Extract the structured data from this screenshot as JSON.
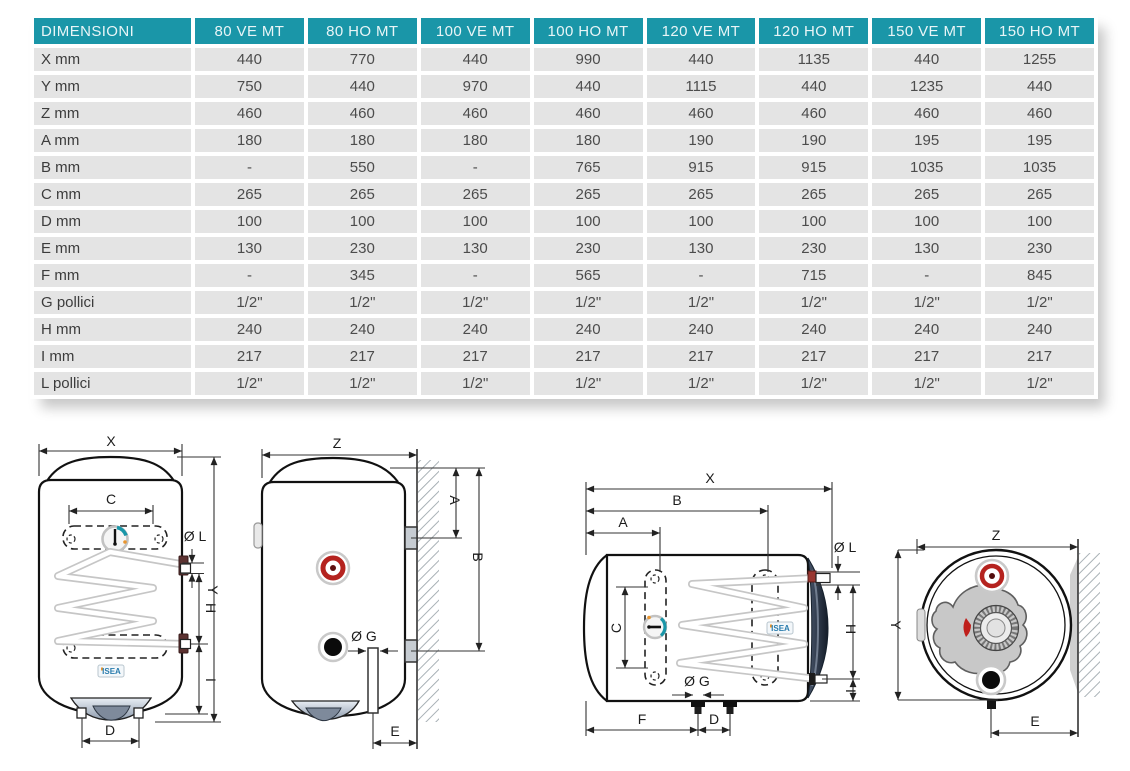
{
  "table": {
    "header": [
      "DIMENSIONI",
      "80 VE MT",
      "80 HO MT",
      "100 VE MT",
      "100 HO MT",
      "120 VE MT",
      "120 HO MT",
      "150 VE MT",
      "150 HO MT"
    ],
    "rows": [
      {
        "label": "X mm",
        "values": [
          "440",
          "770",
          "440",
          "990",
          "440",
          "1135",
          "440",
          "1255"
        ]
      },
      {
        "label": "Y mm",
        "values": [
          "750",
          "440",
          "970",
          "440",
          "1115",
          "440",
          "1235",
          "440"
        ]
      },
      {
        "label": "Z mm",
        "values": [
          "460",
          "460",
          "460",
          "460",
          "460",
          "460",
          "460",
          "460"
        ]
      },
      {
        "label": "A mm",
        "values": [
          "180",
          "180",
          "180",
          "180",
          "190",
          "190",
          "195",
          "195"
        ]
      },
      {
        "label": "B mm",
        "values": [
          "-",
          "550",
          "-",
          "765",
          "915",
          "915",
          "1035",
          "1035"
        ]
      },
      {
        "label": "C mm",
        "values": [
          "265",
          "265",
          "265",
          "265",
          "265",
          "265",
          "265",
          "265"
        ]
      },
      {
        "label": "D mm",
        "values": [
          "100",
          "100",
          "100",
          "100",
          "100",
          "100",
          "100",
          "100"
        ]
      },
      {
        "label": "E mm",
        "values": [
          "130",
          "230",
          "130",
          "230",
          "130",
          "230",
          "130",
          "230"
        ]
      },
      {
        "label": "F mm",
        "values": [
          "-",
          "345",
          "-",
          "565",
          "-",
          "715",
          "-",
          "845"
        ]
      },
      {
        "label": "G pollici",
        "values": [
          "1/2\"",
          "1/2\"",
          "1/2\"",
          "1/2\"",
          "1/2\"",
          "1/2\"",
          "1/2\"",
          "1/2\""
        ]
      },
      {
        "label": "H mm",
        "values": [
          "240",
          "240",
          "240",
          "240",
          "240",
          "240",
          "240",
          "240"
        ]
      },
      {
        "label": "I mm",
        "values": [
          "217",
          "217",
          "217",
          "217",
          "217",
          "217",
          "217",
          "217"
        ]
      },
      {
        "label": "L pollici",
        "values": [
          "1/2\"",
          "1/2\"",
          "1/2\"",
          "1/2\"",
          "1/2\"",
          "1/2\"",
          "1/2\"",
          "1/2\""
        ]
      }
    ]
  },
  "diagrams": {
    "vertical_front": {
      "dims": {
        "x": "X",
        "c": "C",
        "l": "Ø L",
        "h": "H",
        "y": "Y",
        "i": "I",
        "d": "D"
      },
      "logo": "ISEA"
    },
    "vertical_side": {
      "dims": {
        "z": "Z",
        "a": "A",
        "b": "B",
        "g": "Ø G",
        "e": "E"
      }
    },
    "horizontal_front": {
      "dims": {
        "x": "X",
        "b": "B",
        "a": "A",
        "c": "C",
        "l": "Ø L",
        "h": "H",
        "i": "I",
        "g": "Ø G",
        "f": "F",
        "d": "D"
      },
      "logo": "ISEA"
    },
    "horizontal_end": {
      "dims": {
        "z": "Z",
        "y": "Y",
        "e": "E"
      }
    }
  },
  "colors": {
    "header_bg": "#1a96a8",
    "header_text": "#e9f5f7",
    "cell_bg": "#e4e4e4",
    "cell_text": "#4c4c4c",
    "accent_teal": "#1a96a8",
    "port_red": "#b5231f",
    "logo_blue": "#2a7cad",
    "logo_orange": "#e8952f"
  }
}
